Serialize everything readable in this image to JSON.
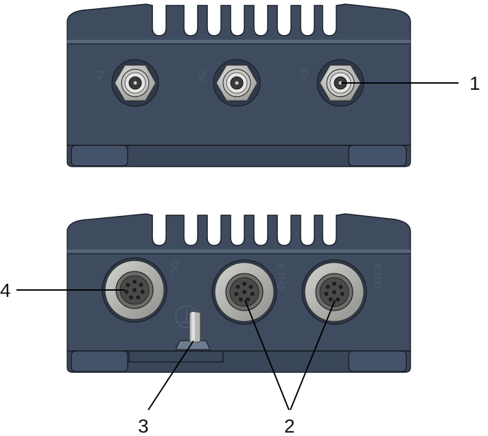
{
  "top_view": {
    "ports": [
      {
        "label": "A1"
      },
      {
        "label": "A2"
      },
      {
        "label": "A3"
      }
    ],
    "callout": "1"
  },
  "bottom_view": {
    "ports": [
      {
        "label": "DC"
      },
      {
        "label": "ETH2"
      },
      {
        "label": "ETH1"
      }
    ],
    "callouts": {
      "ethernet": "2",
      "ground": "3",
      "power": "4"
    }
  },
  "colors": {
    "housing": "#3f4c60",
    "housing_light": "#56657a",
    "housing_dark": "#2c3646",
    "label": "#4d5a6d",
    "connector_ring": "#a9a9a6"
  }
}
